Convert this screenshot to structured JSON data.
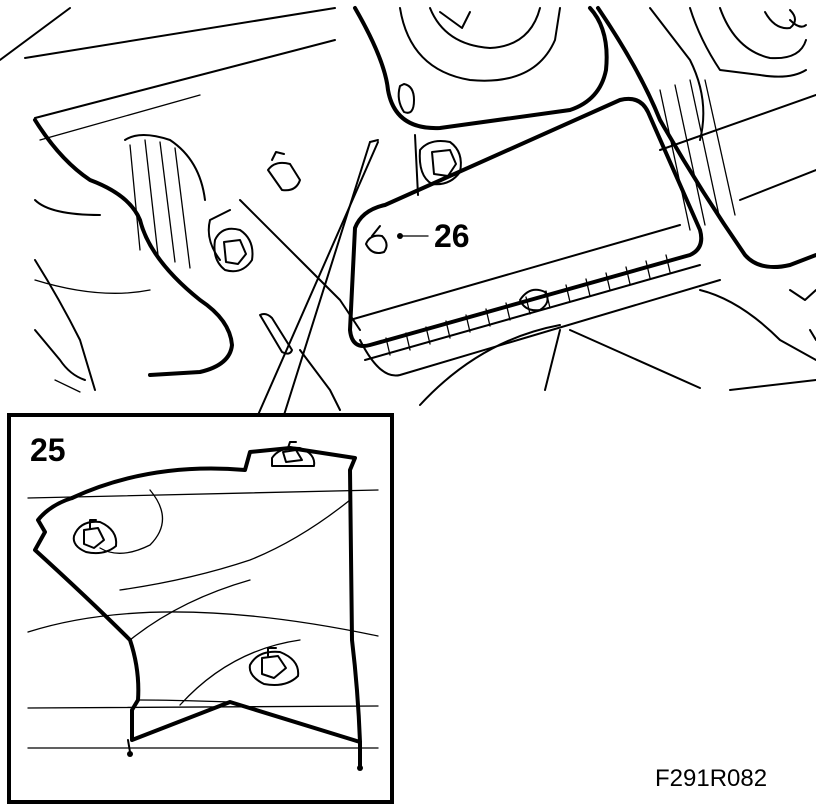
{
  "callouts": {
    "part_26": "26",
    "part_25": "25"
  },
  "figure_code": "F291R082",
  "colors": {
    "line": "#000000",
    "background": "#ffffff"
  }
}
